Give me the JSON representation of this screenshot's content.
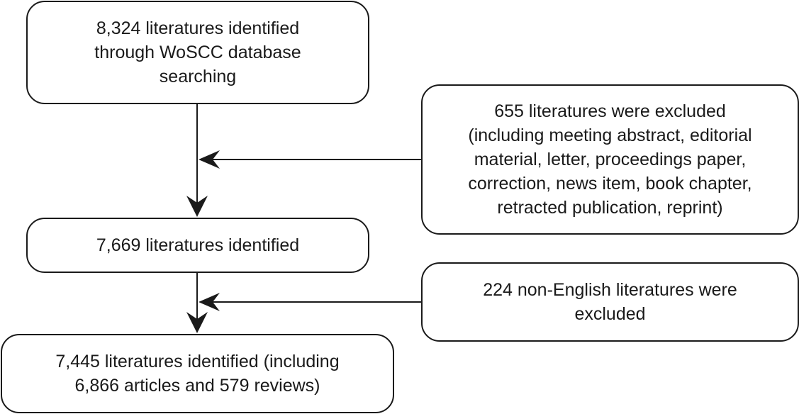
{
  "flowchart": {
    "identified_box": {
      "lines": [
        "8,324 literatures identified",
        "through WoSCC database",
        "searching"
      ]
    },
    "exclusion_box_1": {
      "lines": [
        "655 literatures were excluded",
        "(including meeting abstract, editorial",
        "material, letter, proceedings paper,",
        "correction, news item, book chapter,",
        "retracted publication, reprint)"
      ]
    },
    "intermediate_box": {
      "lines": [
        "7,669 literatures identified"
      ]
    },
    "exclusion_box_2": {
      "lines": [
        "224 non-English literatures were",
        "excluded"
      ]
    },
    "final_box": {
      "lines": [
        "7,445 literatures identified (including",
        "6,866 articles and 579 reviews)"
      ]
    },
    "colors": {
      "line": "#1a1a1a",
      "box_fill": "#ffffff"
    }
  }
}
